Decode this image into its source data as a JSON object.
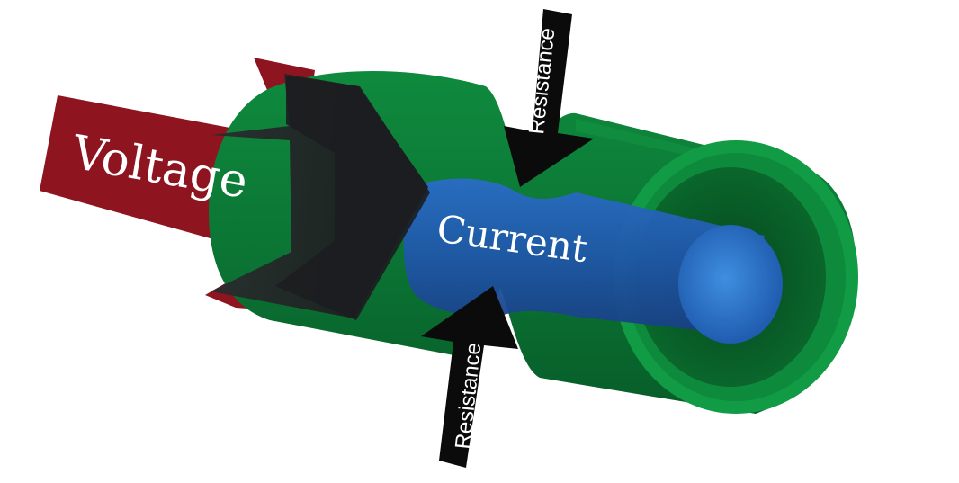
{
  "labels": {
    "voltage": "Voltage",
    "current": "Current",
    "resistance_top": "Resistance",
    "resistance_bottom": "Resistance"
  },
  "colors": {
    "background": "#ffffff",
    "pipe_green": "#0c7a36",
    "pipe_green_light": "#129b45",
    "pipe_green_dark": "#075a26",
    "voltage_red": "#8e1420",
    "voltage_arrow_dark": "#1e1f22",
    "current_blue": "#1f56a8",
    "current_blue_light": "#2f78d0",
    "resistance_black": "#0b0b0b",
    "label_white": "#ffffff"
  },
  "icons": {
    "voltage_arrow": "voltage-arrow-icon",
    "resistance_arrow_top": "arrow-down-icon",
    "resistance_arrow_bottom": "arrow-up-icon"
  }
}
